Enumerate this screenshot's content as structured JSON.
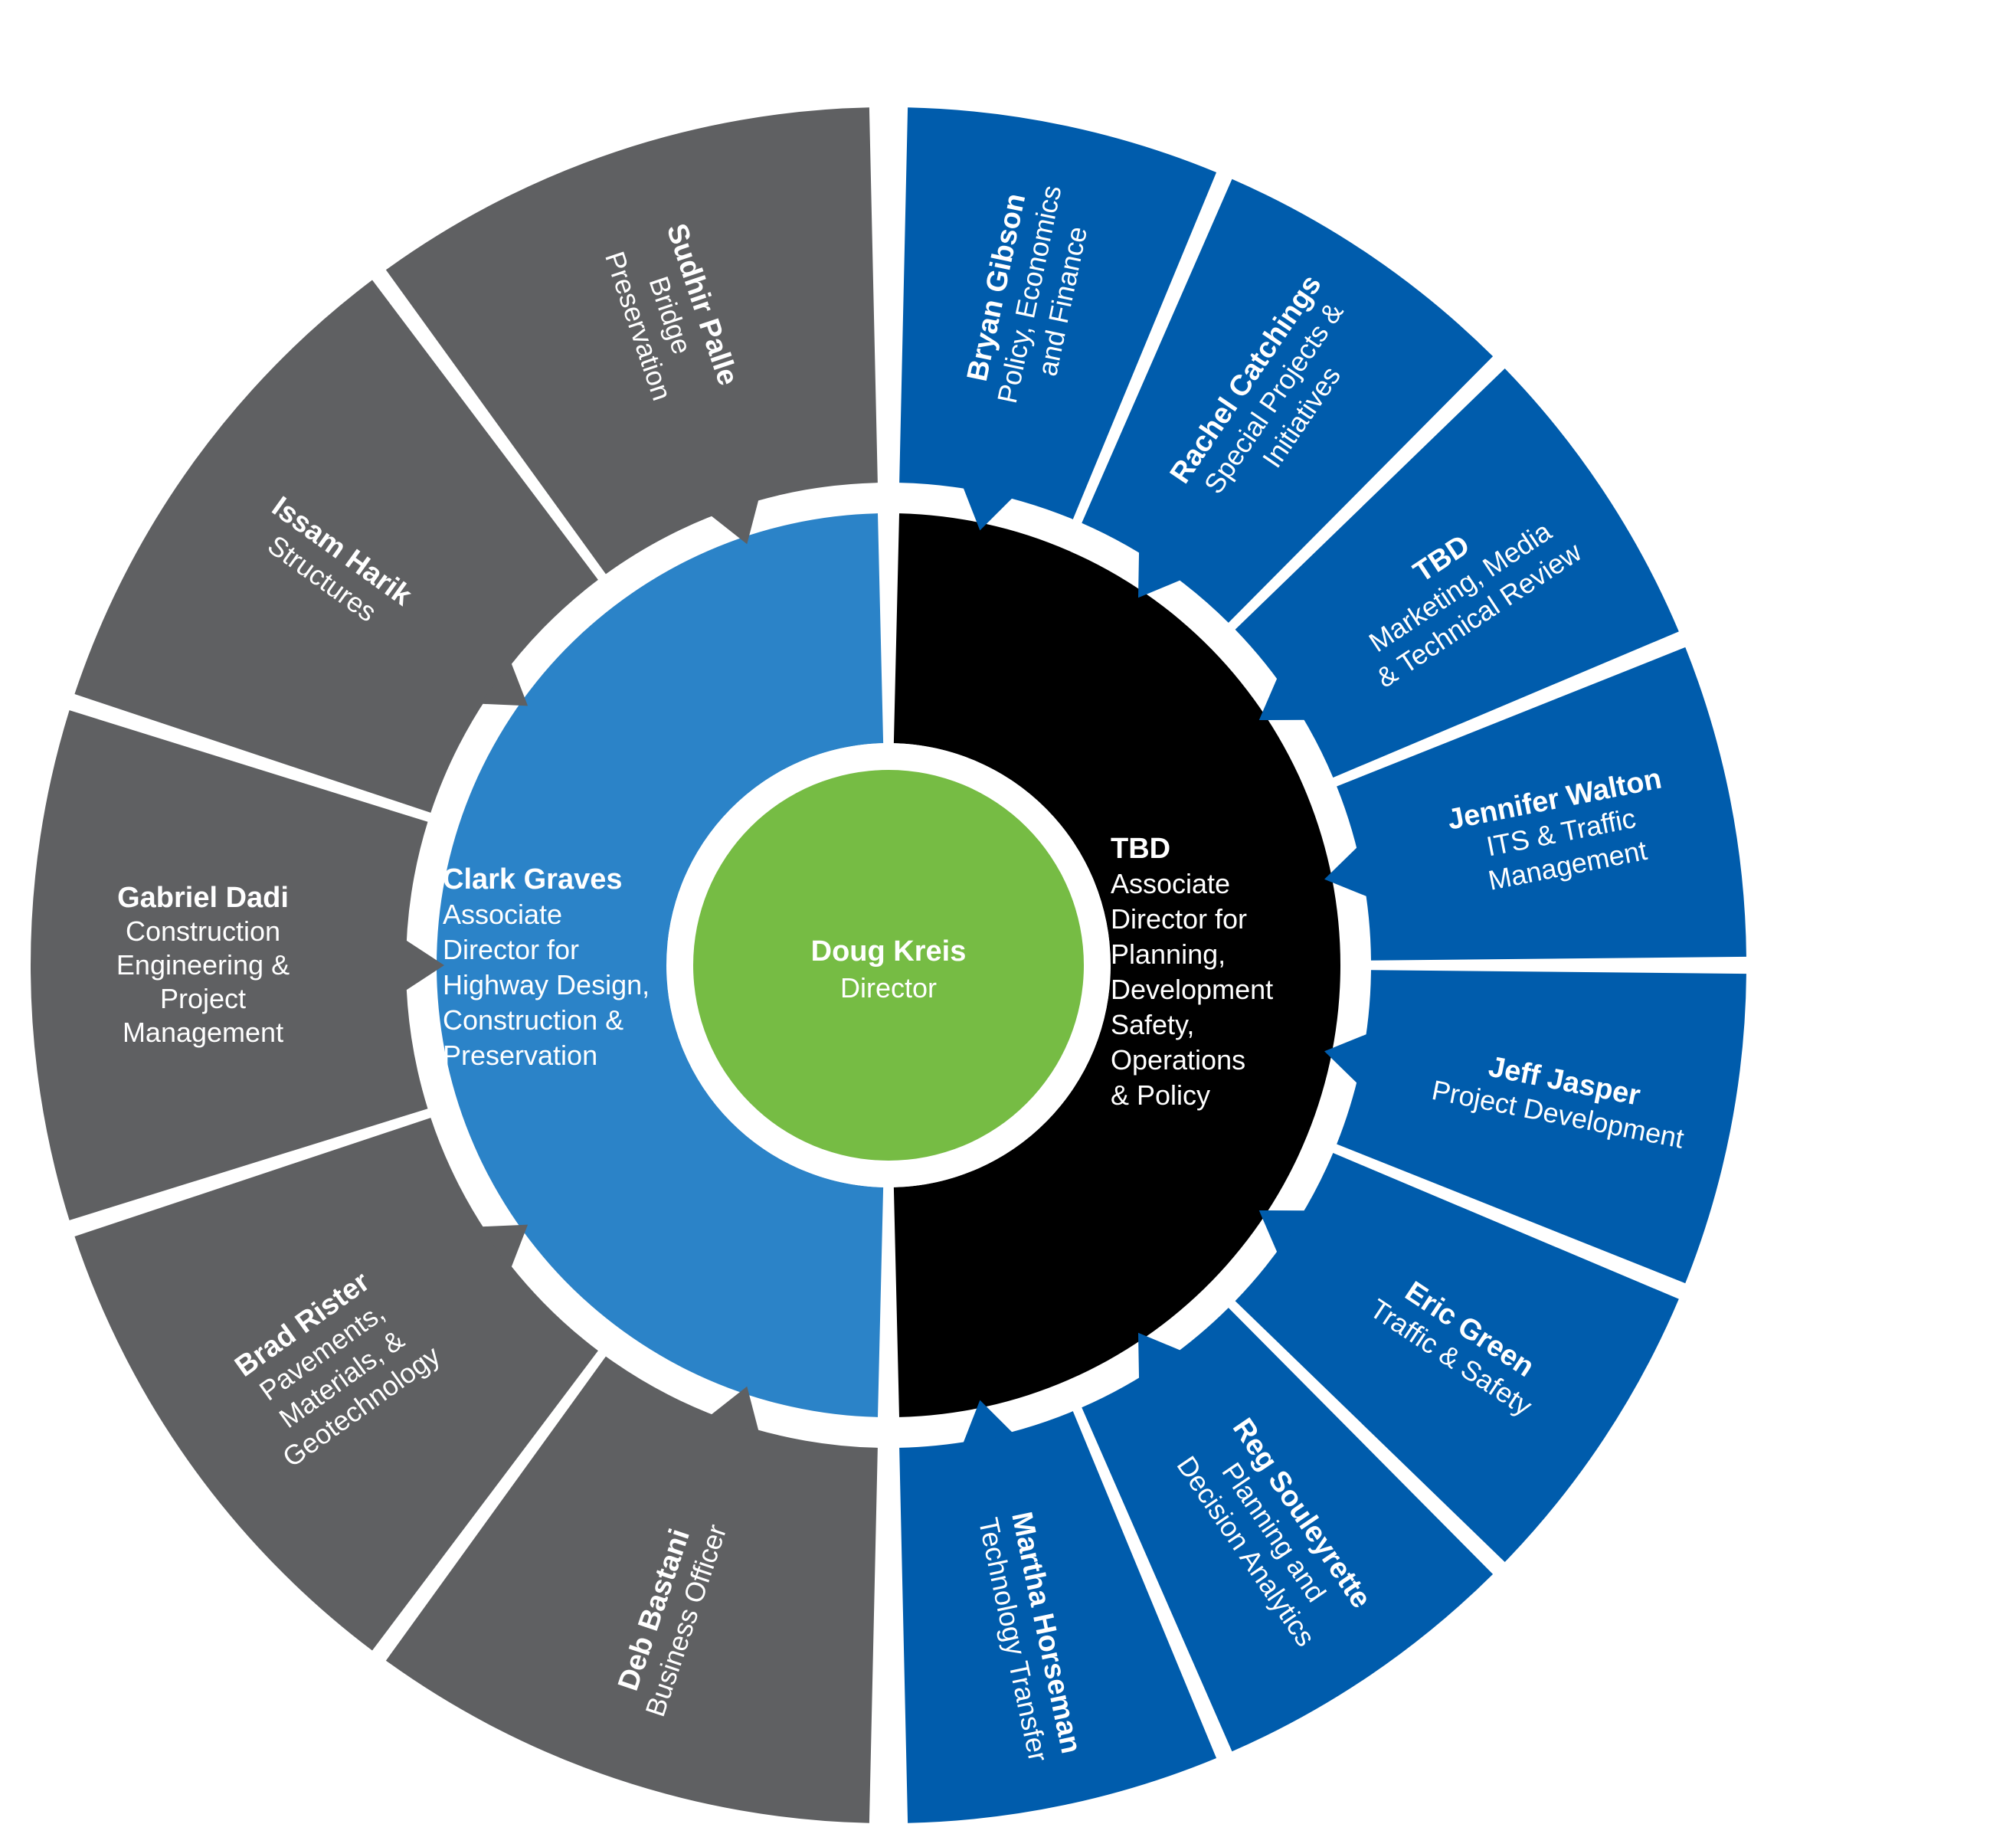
{
  "colors": {
    "director": "#76bc44",
    "left_assoc": "#2b83c8",
    "right_assoc": "#000000",
    "left_outer": "#5f6062",
    "right_outer": "#005cac"
  },
  "director": {
    "name": "Doug Kreis",
    "title": "Director"
  },
  "associates": {
    "left": {
      "name": "Clark Graves",
      "title": [
        "Associate",
        "Director for",
        "Highway Design,",
        "Construction &",
        "Preservation"
      ]
    },
    "right": {
      "name": "TBD",
      "title": [
        "Associate",
        "Director for",
        "Planning,",
        "Development",
        "Safety,",
        "Operations",
        "& Policy"
      ]
    }
  },
  "left_units": [
    {
      "name": "Deb Bastani",
      "role": [
        "Business Officer"
      ]
    },
    {
      "name": "Brad Rister",
      "role": [
        "Pavements,",
        "Materials, &",
        "Geotechnology"
      ]
    },
    {
      "name": "Gabriel Dadi",
      "role": [
        "Construction",
        "Engineering &",
        "Project",
        "Management"
      ]
    },
    {
      "name": "Issam Harik",
      "role": [
        "Structures"
      ]
    },
    {
      "name": "Sudhir Palle",
      "role": [
        "Bridge",
        "Preservation"
      ]
    }
  ],
  "right_units": [
    {
      "name": "Bryan Gibson",
      "role": [
        "Policy, Economics",
        "and Finance"
      ]
    },
    {
      "name": "Rachel Catchings",
      "role": [
        "Special Projects &",
        "Initiatives"
      ]
    },
    {
      "name": "TBD",
      "role": [
        "Marketing, Media",
        "& Technical Review"
      ]
    },
    {
      "name": "Jennifer Walton",
      "role": [
        "ITS & Traffic",
        "Management"
      ]
    },
    {
      "name": "Jeff Jasper",
      "role": [
        "Project Development"
      ]
    },
    {
      "name": "Eric Green",
      "role": [
        "Traffic & Safety"
      ]
    },
    {
      "name": "Reg Souleyrette",
      "role": [
        "Planning and",
        "Decision Analytics"
      ]
    },
    {
      "name": "Martha Horseman",
      "role": [
        "Technology Transfer"
      ]
    }
  ]
}
